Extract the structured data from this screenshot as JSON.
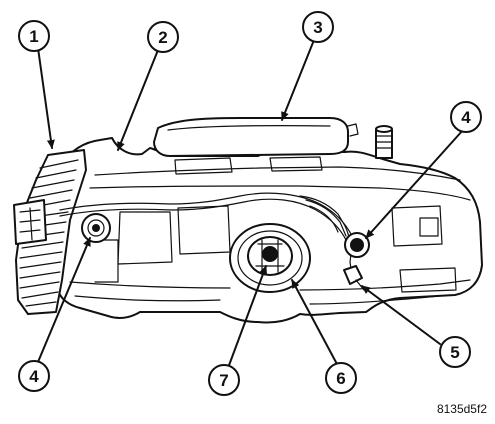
{
  "figure": {
    "id_label": "8135d5f2"
  },
  "callouts": [
    {
      "key": "c1",
      "number": "1"
    },
    {
      "key": "c2",
      "number": "2"
    },
    {
      "key": "c3",
      "number": "3"
    },
    {
      "key": "c4_right",
      "number": "4"
    },
    {
      "key": "c4_left",
      "number": "4"
    },
    {
      "key": "c5",
      "number": "5"
    },
    {
      "key": "c6",
      "number": "6"
    },
    {
      "key": "c7",
      "number": "7"
    }
  ],
  "colors": {
    "ink": "#111111",
    "paper": "#ffffff"
  }
}
